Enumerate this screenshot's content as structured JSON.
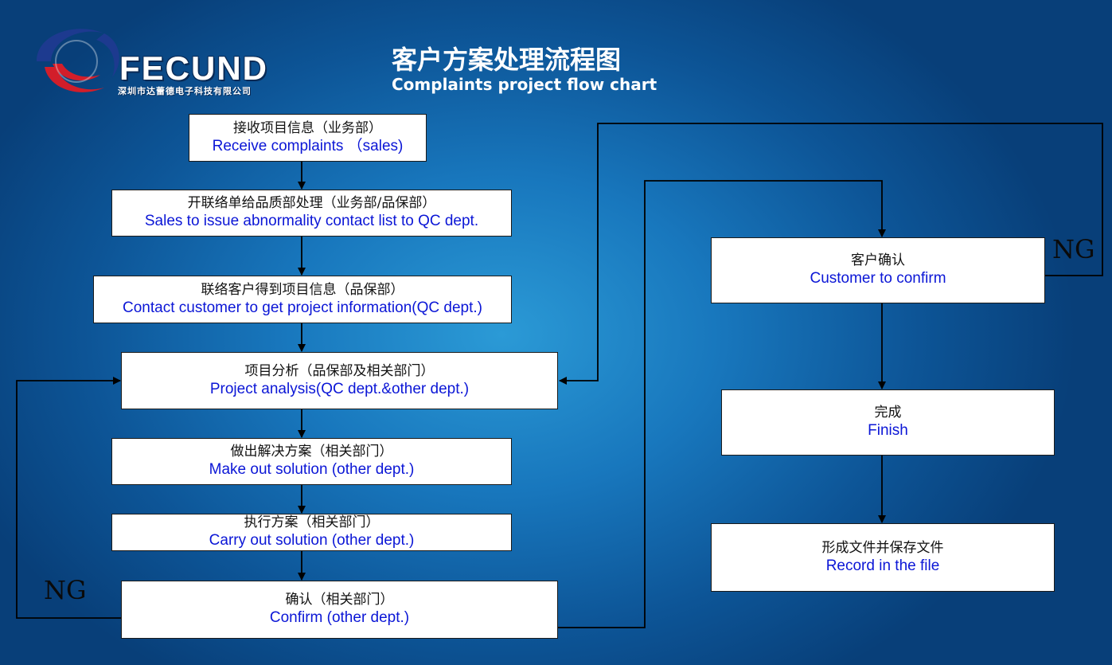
{
  "header": {
    "logo_text": "FECUND",
    "logo_subtitle": "深圳市达蕾德电子科技有限公司",
    "title_cn": "客户方案处理流程图",
    "title_en": "Complaints project flow chart"
  },
  "steps": [
    {
      "cn": "接收项目信息（业务部）",
      "en": "Receive complaints （sales)"
    },
    {
      "cn": "开联络单给品质部处理（业务部/品保部）",
      "en": "Sales to issue abnormality contact list  to QC dept."
    },
    {
      "cn": "联络客户得到项目信息（品保部）",
      "en": "Contact customer to get project information(QC dept.)"
    },
    {
      "cn": "项目分析（品保部及相关部门）",
      "en": "Project analysis(QC dept.&other dept.)"
    },
    {
      "cn": "做出解决方案（相关部门）",
      "en": "Make out solution (other dept.)"
    },
    {
      "cn": "执行方案（相关部门）",
      "en": "Carry out solution (other dept.)"
    },
    {
      "cn": "确认（相关部门）",
      "en": "Confirm (other dept.)"
    },
    {
      "cn": "客户确认",
      "en": "Customer to confirm"
    },
    {
      "cn": "完成",
      "en": "Finish"
    },
    {
      "cn": "形成文件并保存文件",
      "en": "Record in the file"
    }
  ],
  "labels": {
    "ng_left": "NG",
    "ng_right": "NG"
  },
  "colors": {
    "background": "#1877bd",
    "english_text": "#0b16d6",
    "logo_blue": "#1d3a8f",
    "logo_red": "#d21e2a"
  }
}
